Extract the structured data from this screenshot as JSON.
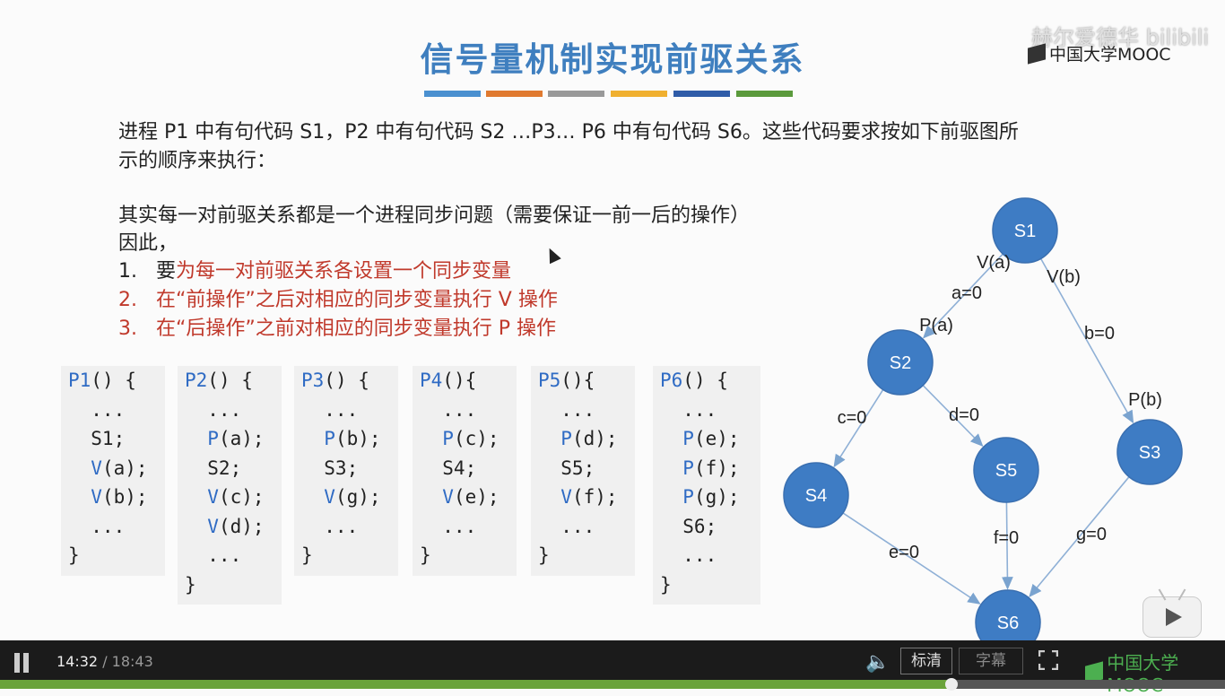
{
  "slide": {
    "title": "信号量机制实现前驱关系",
    "title_bar_colors": [
      "#4a90d0",
      "#e07a30",
      "#999999",
      "#f0b030",
      "#2f5ca8",
      "#5b9a3c"
    ],
    "watermark": "赫尔爱德华 bilibili",
    "mooc_logo": "中国大学MOOC",
    "intro_line1": "进程 P1 中有句代码 S1，P2 中有句代码 S2 …P3… P6 中有句代码 S6。这些代码要求按如下前驱图所",
    "intro_line2": "示的顺序来执行：",
    "sync_line": "其实每一对前驱关系都是一个进程同步问题（需要保证一前一后的操作）",
    "therefore": "因此，",
    "steps": [
      {
        "num": "1.",
        "pre": "要",
        "highlight": "为每一对前驱关系各设置一个同步变量"
      },
      {
        "num": "2.",
        "pre": "",
        "highlight": "在“前操作”之后对相应的同步变量执行 V 操作"
      },
      {
        "num": "3.",
        "pre": "",
        "highlight": "在“后操作”之前对相应的同步变量执行 P 操作"
      }
    ],
    "code_blocks": [
      {
        "header_name": "P1",
        "header_rest": "() {",
        "lines": [
          [
            "",
            "  ..."
          ],
          [
            "",
            "  S1;"
          ],
          [
            "V",
            "(a);"
          ],
          [
            "V",
            "(b);"
          ],
          [
            "",
            "  ..."
          ]
        ],
        "close": "}"
      },
      {
        "header_name": "P2",
        "header_rest": "() {",
        "lines": [
          [
            "",
            "  ..."
          ],
          [
            "P",
            "(a);"
          ],
          [
            "",
            "  S2;"
          ],
          [
            "V",
            "(c);"
          ],
          [
            "V",
            "(d);"
          ],
          [
            "",
            "  ..."
          ]
        ],
        "close": "}"
      },
      {
        "header_name": "P3",
        "header_rest": "() {",
        "lines": [
          [
            "",
            "  ..."
          ],
          [
            "P",
            "(b);"
          ],
          [
            "",
            "  S3;"
          ],
          [
            "V",
            "(g);"
          ],
          [
            "",
            "  ..."
          ]
        ],
        "close": "}"
      },
      {
        "header_name": "P4",
        "header_rest": "(){",
        "lines": [
          [
            "",
            "  ..."
          ],
          [
            "P",
            "(c);"
          ],
          [
            "",
            "  S4;"
          ],
          [
            "V",
            "(e);"
          ],
          [
            "",
            "  ..."
          ]
        ],
        "close": "}"
      },
      {
        "header_name": "P5",
        "header_rest": "(){",
        "lines": [
          [
            "",
            "  ..."
          ],
          [
            "P",
            "(d);"
          ],
          [
            "",
            "  S5;"
          ],
          [
            "V",
            "(f);"
          ],
          [
            "",
            "  ..."
          ]
        ],
        "close": "}"
      },
      {
        "header_name": "P6",
        "header_rest": "() {",
        "lines": [
          [
            "",
            "  ..."
          ],
          [
            "P",
            "(e);"
          ],
          [
            "P",
            "(f);"
          ],
          [
            "P",
            "(g);"
          ],
          [
            "",
            "  S6;"
          ],
          [
            "",
            "  ..."
          ]
        ],
        "close": "}"
      }
    ],
    "graph": {
      "node_color": "#3e7cc4",
      "nodes": [
        {
          "id": "S1",
          "label": "S1"
        },
        {
          "id": "S2",
          "label": "S2"
        },
        {
          "id": "S3",
          "label": "S3"
        },
        {
          "id": "S4",
          "label": "S4"
        },
        {
          "id": "S5",
          "label": "S5"
        },
        {
          "id": "S6",
          "label": "S6"
        }
      ],
      "edges": [
        {
          "from": "S1",
          "to": "S2"
        },
        {
          "from": "S1",
          "to": "S3"
        },
        {
          "from": "S2",
          "to": "S4"
        },
        {
          "from": "S2",
          "to": "S5"
        },
        {
          "from": "S4",
          "to": "S6"
        },
        {
          "from": "S5",
          "to": "S6"
        },
        {
          "from": "S3",
          "to": "S6"
        }
      ],
      "labels": [
        "V(a)",
        "a=0",
        "P(a)",
        "V(b)",
        "b=0",
        "P(b)",
        "c=0",
        "d=0",
        "e=0",
        "f=0",
        "g=0"
      ]
    }
  },
  "player": {
    "current_time": "14:32",
    "separator": " / ",
    "duration": "18:43",
    "quality_label": "标清",
    "subtitle_label": "字幕",
    "brand": "中国大学MOOC",
    "progress": 0.777,
    "accent": "#6aa33a"
  }
}
